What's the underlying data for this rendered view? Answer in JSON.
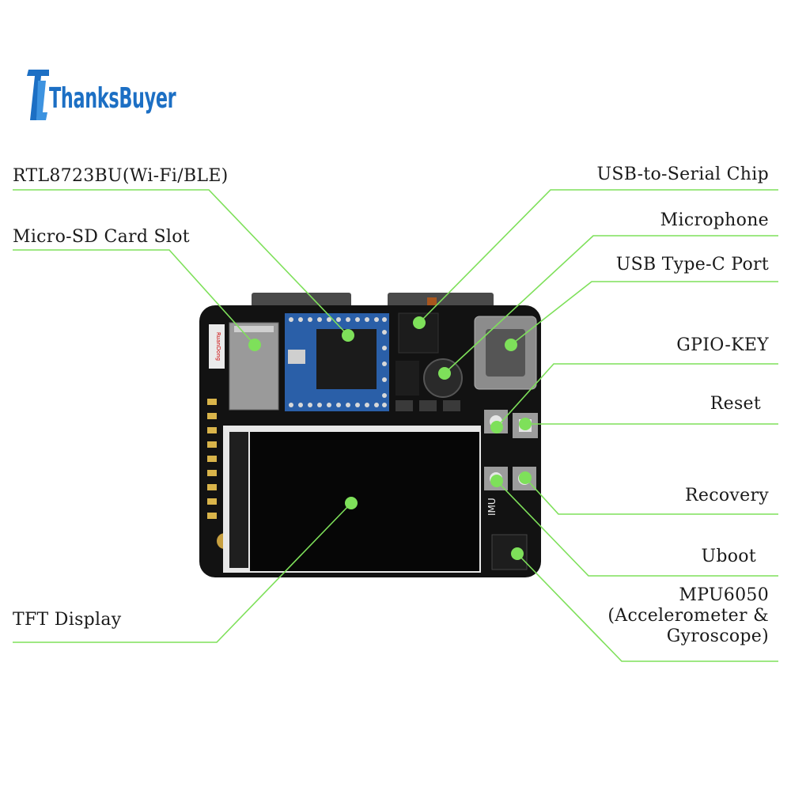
{
  "brand": {
    "name": "ThanksBuyer",
    "color": "#1c6fc4"
  },
  "colors": {
    "leader": "#7ee05a",
    "dot": "#7ee05a",
    "board": "#111111",
    "module": "#2a5fa8"
  },
  "labels": {
    "rtl": "RTL8723BU(Wi-Fi/BLE)",
    "microsd": "Micro-SD Card Slot",
    "tft": "TFT Display",
    "usb_serial": "USB-to-Serial Chip",
    "microphone": "Microphone",
    "usb_c": "USB Type-C Port",
    "gpio_key": "GPIO-KEY",
    "reset": "Reset",
    "recovery": "Recovery",
    "uboot": "Uboot",
    "mpu_line1": "MPU6050",
    "mpu_line2": "(Accelerometer &",
    "mpu_line3": "Gyroscope)"
  },
  "board_silkscreen": {
    "imu": "IMU",
    "sd_text": "RuanDong"
  }
}
